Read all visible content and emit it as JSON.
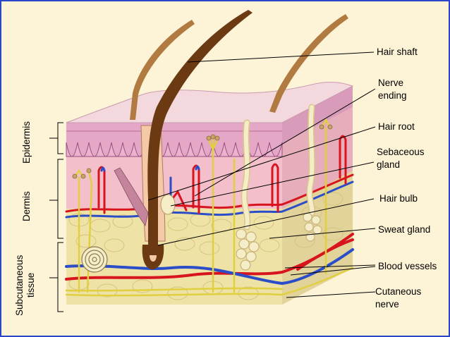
{
  "labels": {
    "hair_shaft": "Hair shaft",
    "nerve_ending": [
      "Nerve",
      "ending"
    ],
    "hair_root": "Hair root",
    "sebaceous_gland": [
      "Sebaceous",
      "gland"
    ],
    "hair_bulb": "Hair bulb",
    "sweat_gland": "Sweat gland",
    "blood_vessels": "Blood vessels",
    "cutaneous_nerve": [
      "Cutaneous",
      "nerve"
    ]
  },
  "layers": {
    "epidermis": "Epidermis",
    "dermis": "Dermis",
    "subcutaneous": [
      "Subcutaneous",
      "tissue"
    ]
  },
  "colors": {
    "border": "#2a46c8",
    "background": "#fdf3d6",
    "epidermis_surface": "#f3d9de",
    "epidermis_side": "#e4a8c6",
    "dermis": "#f2bfcb",
    "subcutaneous": "#efe2a6",
    "hair": "#6b3a12",
    "artery": "#d8141e",
    "vein": "#2b4ec8",
    "nerve": "#e0d040",
    "gland": "#f5ecc8"
  }
}
